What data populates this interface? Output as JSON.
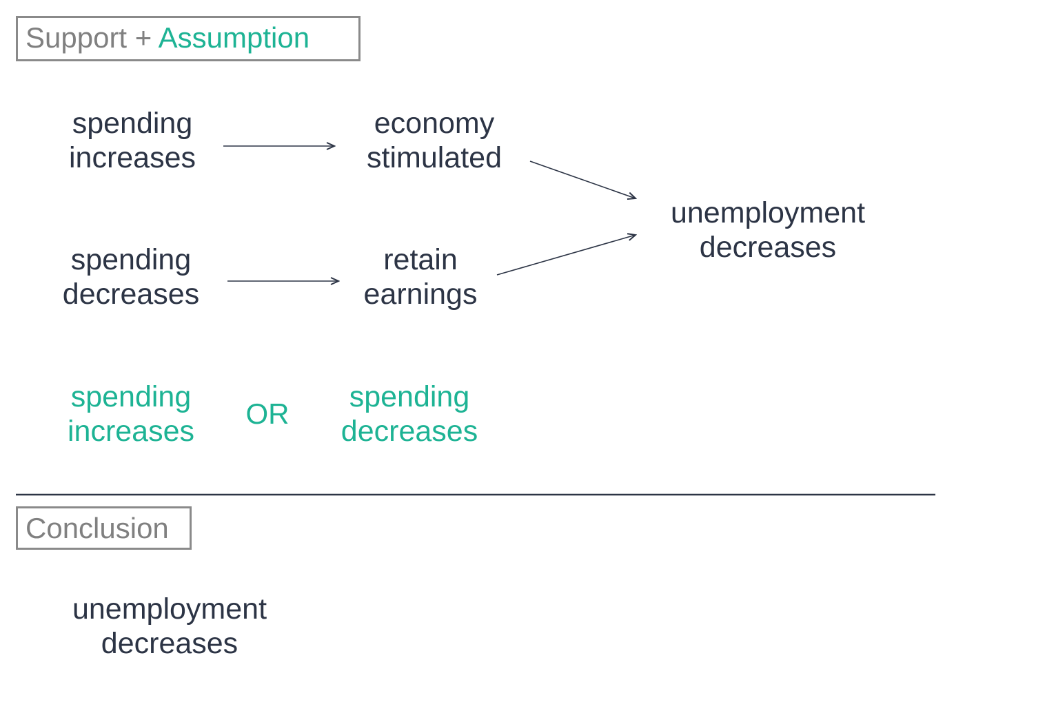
{
  "support_header": {
    "prefix": "Support +",
    "accent": "Assumption"
  },
  "diagram": {
    "nodes": {
      "spending_increases": [
        "spending",
        "increases"
      ],
      "economy_stimulated": [
        "economy",
        "stimulated"
      ],
      "spending_decreases": [
        "spending",
        "decreases"
      ],
      "retain_earnings": [
        "retain",
        "earnings"
      ],
      "unemployment_decreases": [
        "unemployment",
        "decreases"
      ]
    },
    "assumption": {
      "left": [
        "spending",
        "increases"
      ],
      "connector": "OR",
      "right": [
        "spending",
        "decreases"
      ]
    }
  },
  "conclusion_header": {
    "label": "Conclusion"
  },
  "conclusion": {
    "lines": [
      "unemployment",
      "decreases"
    ]
  },
  "colors": {
    "text": "#2c3445",
    "accent": "#1db394",
    "label_gray": "#808080",
    "box_border": "#8a8a8a",
    "divider": "#2c3445"
  }
}
